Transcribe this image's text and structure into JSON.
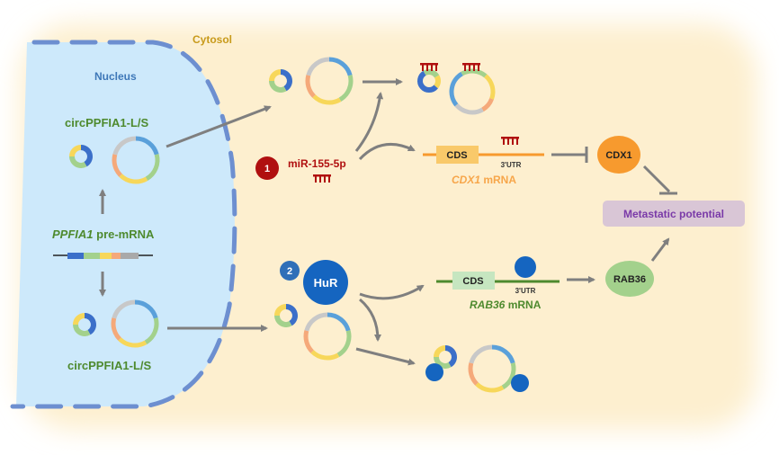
{
  "regions": {
    "cytosol": "Cytosol",
    "nucleus": "Nucleus"
  },
  "nucleus": {
    "circ_top_label": "circPPFIA1-L/S",
    "premrna_gene": "PPFIA1",
    "premrna_suffix": " pre-mRNA",
    "circ_bottom_label": "circPPFIA1-L/S"
  },
  "pathway1": {
    "badge": "1",
    "mirna": "miR-155-5p",
    "mrna_cds": "CDS",
    "mrna_utr": "3'UTR",
    "mrna_gene": "CDX1",
    "mrna_suffix": " mRNA",
    "protein": "CDX1"
  },
  "pathway2": {
    "badge": "2",
    "rbp": "HuR",
    "mrna_cds": "CDS",
    "mrna_utr": "3'UTR",
    "mrna_gene": "RAB36",
    "mrna_suffix": " mRNA",
    "protein": "RAB36"
  },
  "outcome": {
    "label": "Metastatic potential"
  },
  "colors": {
    "cytosol": "#fdefcf",
    "nucleus": "#cde9fb",
    "nucleus_border": "#6d8fd0",
    "green_text": "#4e8a2e",
    "mirna_red": "#b01010",
    "cdx1_orange": "#f79a2e",
    "rab36_green": "#a3d18c",
    "hur_blue": "#1565c0",
    "outcome_bg": "#d9c6d6",
    "outcome_text": "#7a3aa8",
    "arrow_gray": "#808080"
  }
}
